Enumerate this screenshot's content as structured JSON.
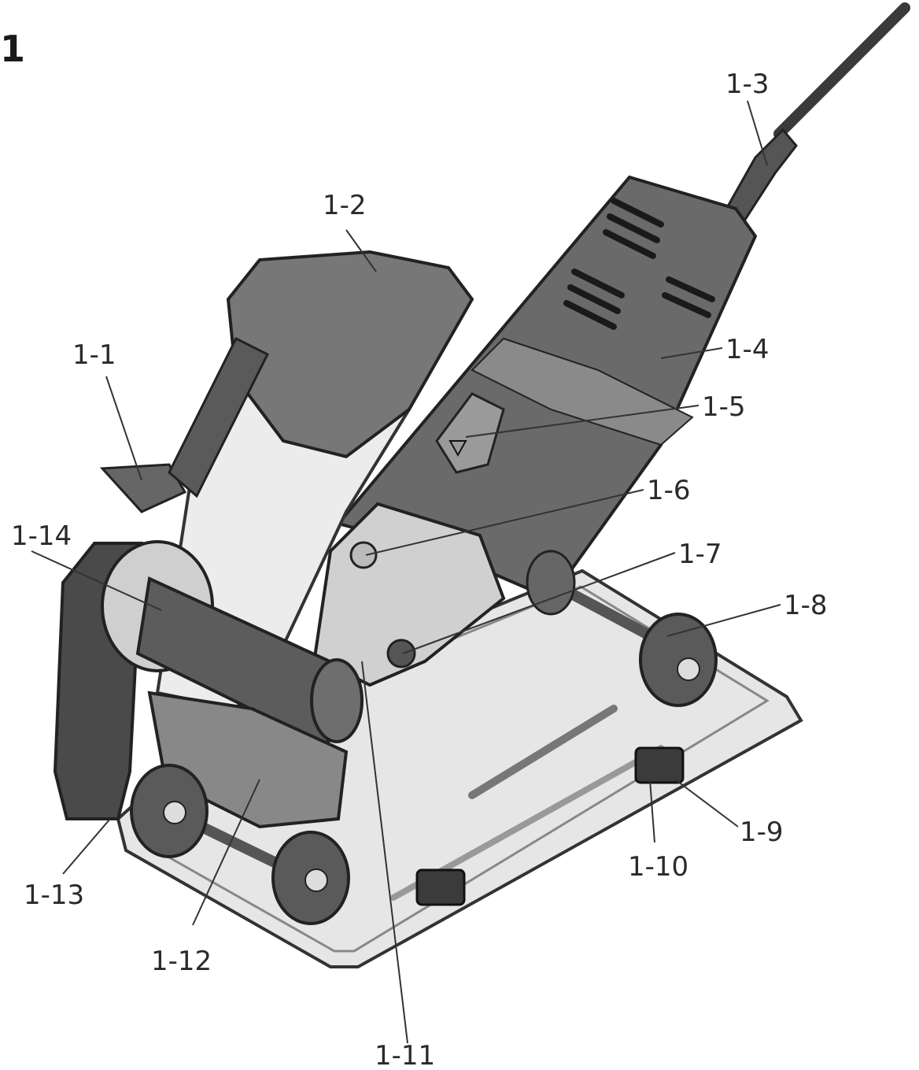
{
  "figure_number": "1",
  "callouts": [
    {
      "id": "1-1",
      "label": "1-1"
    },
    {
      "id": "1-2",
      "label": "1-2"
    },
    {
      "id": "1-3",
      "label": "1-3"
    },
    {
      "id": "1-4",
      "label": "1-4"
    },
    {
      "id": "1-5",
      "label": "1-5"
    },
    {
      "id": "1-6",
      "label": "1-6"
    },
    {
      "id": "1-7",
      "label": "1-7"
    },
    {
      "id": "1-8",
      "label": "1-8"
    },
    {
      "id": "1-9",
      "label": "1-9"
    },
    {
      "id": "1-10",
      "label": "1-10"
    },
    {
      "id": "1-11",
      "label": "1-11"
    },
    {
      "id": "1-12",
      "label": "1-12"
    },
    {
      "id": "1-13",
      "label": "1-13"
    },
    {
      "id": "1-14",
      "label": "1-14"
    }
  ]
}
